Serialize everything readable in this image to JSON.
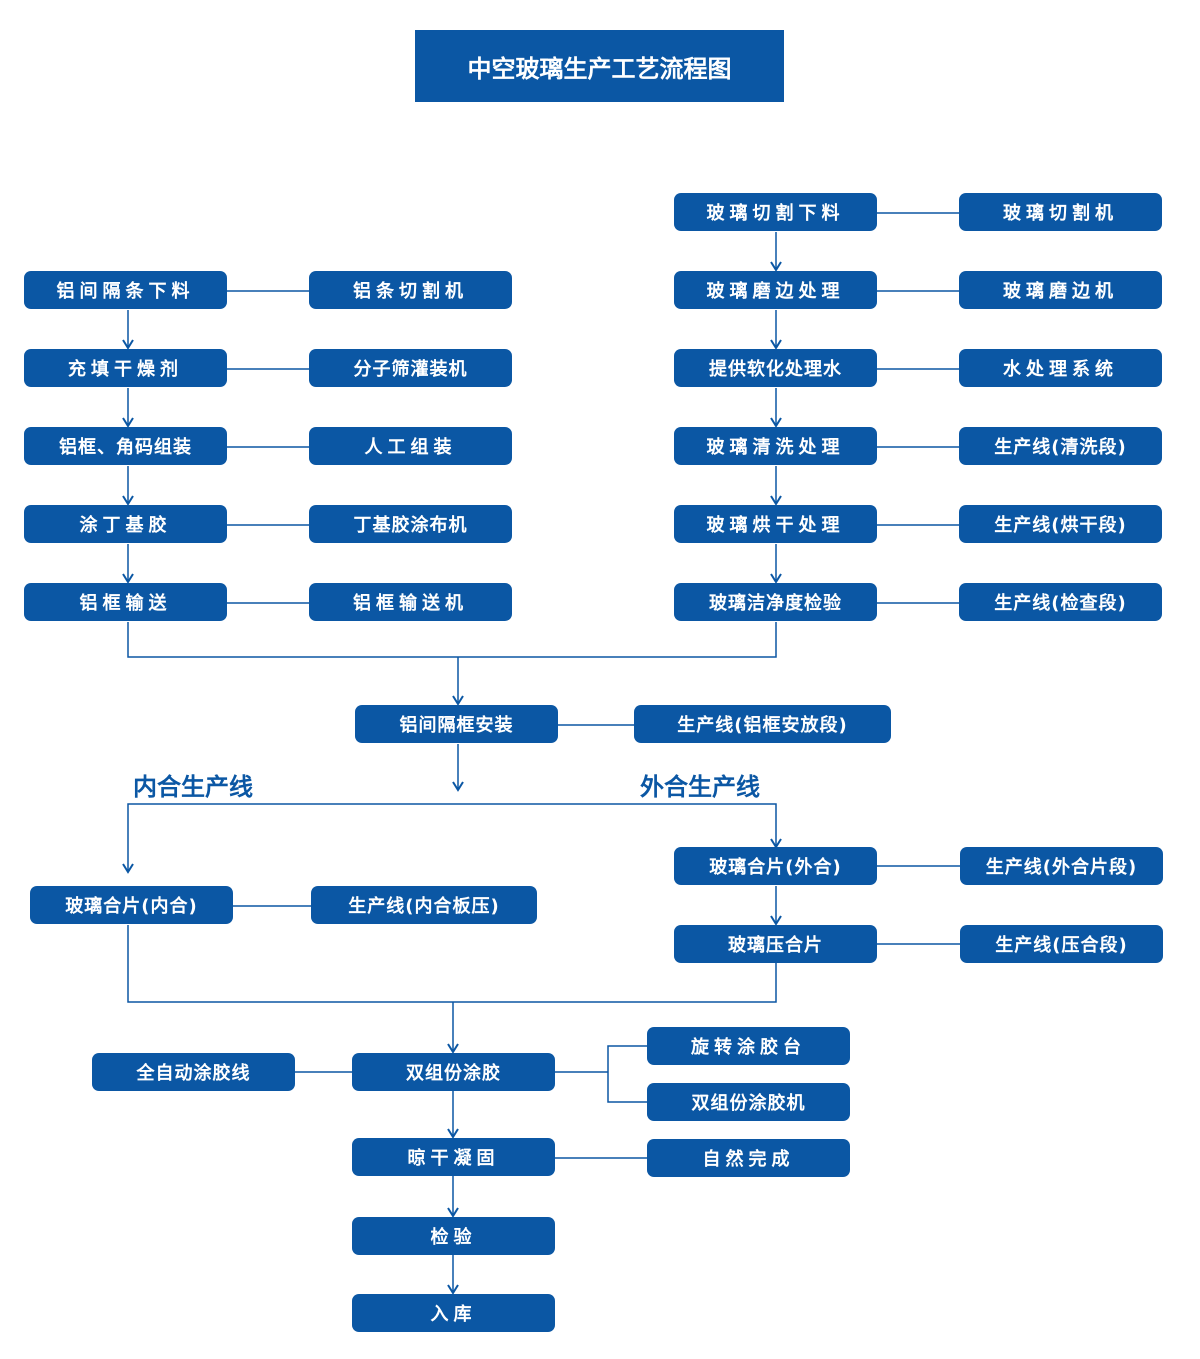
{
  "title": "中空玻璃生产工艺流程图",
  "labels": {
    "inner_line": "内合生产线",
    "outer_line": "外合生产线"
  },
  "left_chain": {
    "steps": [
      "铝间隔条下料",
      "充填干燥剂",
      "铝框、角码组装",
      "涂丁基胶",
      "铝框输送"
    ],
    "equipment": [
      "铝条切割机",
      "分子筛灌装机",
      "人工组装",
      "丁基胶涂布机",
      "铝框输送机"
    ]
  },
  "right_chain": {
    "steps": [
      "玻璃切割下料",
      "玻璃磨边处理",
      "提供软化处理水",
      "玻璃清洗处理",
      "玻璃烘干处理",
      "玻璃洁净度检验"
    ],
    "equipment": [
      "玻璃切割机",
      "玻璃磨边机",
      "水处理系统",
      "生产线(清洗段)",
      "生产线(烘干段)",
      "生产线(检查段)"
    ]
  },
  "assembly": {
    "step": "铝间隔框安装",
    "equipment": "生产线(铝框安放段)"
  },
  "inner": {
    "step": "玻璃合片(内合)",
    "equipment": "生产线(内合板压)"
  },
  "outer": {
    "steps": [
      "玻璃合片(外合)",
      "玻璃压合片"
    ],
    "equipment": [
      "生产线(外合片段)",
      "生产线(压合段)"
    ]
  },
  "glue": {
    "step": "双组份涂胶",
    "left_equipment": "全自动涂胶线",
    "right_equipment": [
      "旋转涂胶台",
      "双组份涂胶机"
    ]
  },
  "cure": {
    "step": "晾干凝固",
    "equipment": "自然完成"
  },
  "inspect": "检验",
  "storage": "入库",
  "colors": {
    "primary": "#0b57a4",
    "text_on_primary": "#ffffff",
    "background": "#ffffff"
  }
}
